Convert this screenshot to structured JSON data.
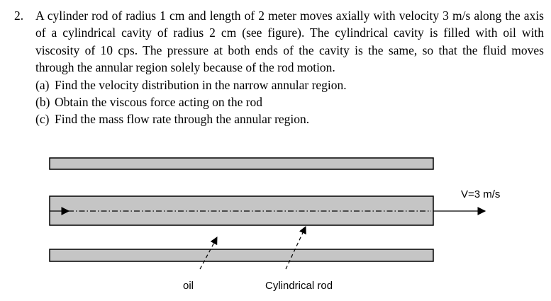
{
  "problem": {
    "number": "2.",
    "statement": "A cylinder rod of radius 1 cm and length of 2 meter moves axially with velocity 3 m/s along the axis of a cylindrical cavity of radius 2 cm (see figure). The cylindrical cavity is filled with oil with viscosity of 10 cps. The pressure at both ends of the cavity is the same, so that the fluid moves through the annular region solely because of the rod motion.",
    "parts": [
      {
        "marker": "(a)",
        "text": "Find the velocity distribution in the narrow annular region."
      },
      {
        "marker": "(b)",
        "text": "Obtain the viscous force acting on the rod"
      },
      {
        "marker": "(c)",
        "text": "Find the mass flow rate through the annular region."
      }
    ]
  },
  "figure": {
    "velocity_label": "V=3 m/s",
    "oil_label": "oil",
    "rod_label": "Cylindrical rod",
    "wall_fill": "#c5c5c5",
    "outline_color": "#000000"
  }
}
